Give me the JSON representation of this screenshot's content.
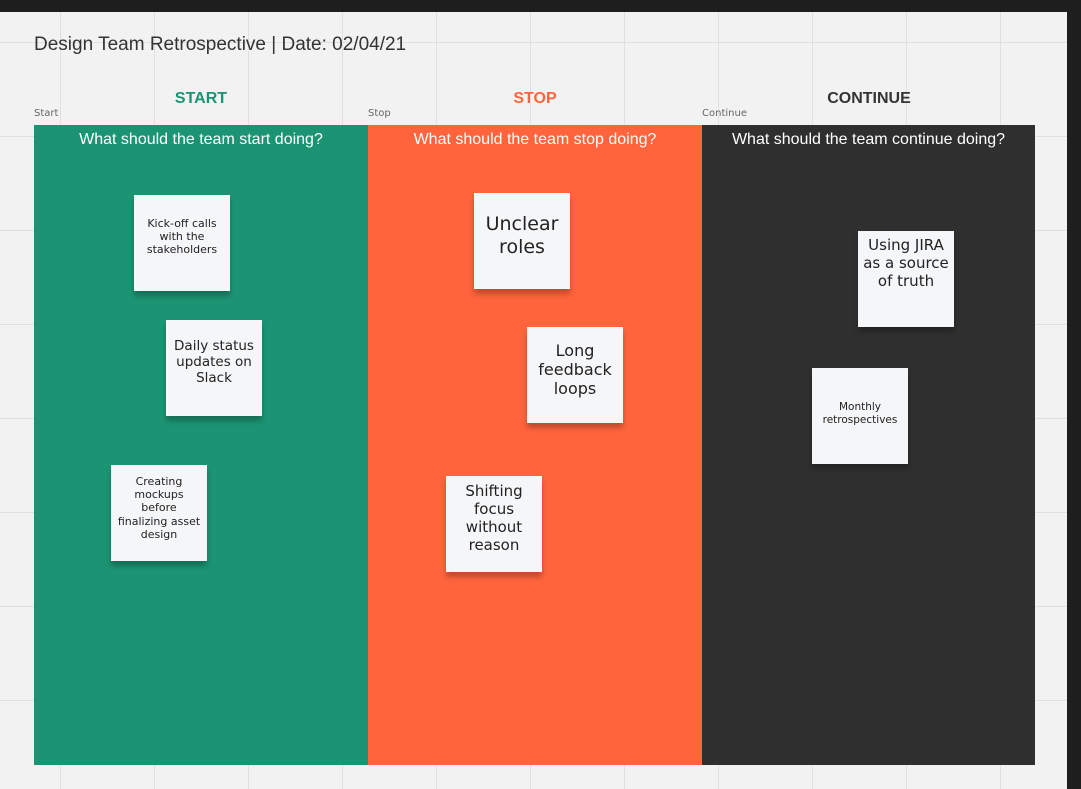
{
  "board": {
    "title": "Design Team Retrospective | Date: 02/04/21"
  },
  "columns": [
    {
      "frame_label": "Start",
      "heading": "START",
      "question": "What should the team start doing?",
      "color": "#1c9473",
      "heading_color": "#1c9473",
      "notes": [
        {
          "text": "Kick-off calls with the stakeholders"
        },
        {
          "text": "Daily status updates on Slack"
        },
        {
          "text": "Creating mockups before finalizing asset design"
        }
      ]
    },
    {
      "frame_label": "Stop",
      "heading": "STOP",
      "question": "What should the team stop doing?",
      "color": "#ff643c",
      "heading_color": "#ff643c",
      "notes": [
        {
          "text": "Unclear roles"
        },
        {
          "text": "Long feedback loops"
        },
        {
          "text": "Shifting focus without reason"
        }
      ]
    },
    {
      "frame_label": "Continue",
      "heading": "CONTINUE",
      "question": "What should the team continue doing?",
      "color": "#2f2f2f",
      "heading_color": "#333333",
      "notes": [
        {
          "text": "Using JIRA as a source of truth"
        },
        {
          "text": "Monthly retrospectives"
        }
      ]
    }
  ]
}
